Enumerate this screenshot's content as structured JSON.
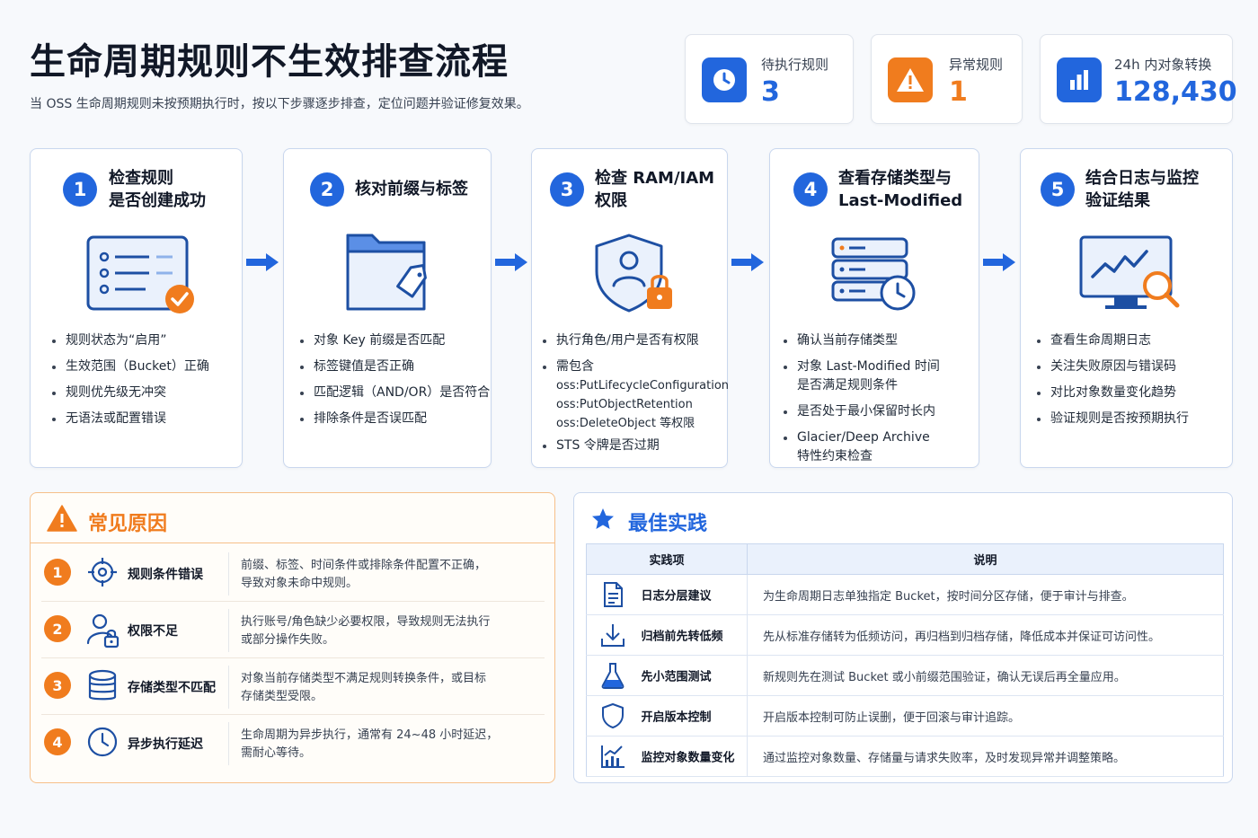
{
  "header": {
    "title": "生命周期规则不生效排查流程",
    "subtitle": "当 OSS 生命周期规则未按预期执行时，按以下步骤逐步排查，定位问题并验证修复效果。"
  },
  "stats": [
    {
      "label": "待执行规则",
      "value": "3",
      "color": "#2266dd",
      "icon": "clock-icon"
    },
    {
      "label": "异常规则",
      "value": "1",
      "color": "#f07c1e",
      "icon": "warning-icon"
    },
    {
      "label": "24h 内对象转换",
      "value": "128,430",
      "color": "#2266dd",
      "icon": "bar-chart-icon"
    }
  ],
  "steps": [
    {
      "num": "1",
      "title_l1": "检查规则",
      "title_l2": "是否创建成功",
      "items": [
        "规则状态为“启用”",
        "生效范围（Bucket）正确",
        "规则优先级无冲突",
        "无语法或配置错误"
      ]
    },
    {
      "num": "2",
      "title_l1": "核对前缀与标签",
      "title_l2": "",
      "items": [
        "对象 Key 前缀是否匹配",
        "标签键值是否正确",
        "匹配逻辑（AND/OR）是否符合",
        "排除条件是否误匹配"
      ]
    },
    {
      "num": "3",
      "title_l1": "检查 RAM/IAM",
      "title_l2": "权限",
      "items": [
        "执行角色/用户是否有权限",
        "需包含",
        "oss:PutLifecycleConfiguration",
        "oss:PutObjectRetention",
        "oss:DeleteObject 等权限",
        "STS 令牌是否过期"
      ]
    },
    {
      "num": "4",
      "title_l1": "查看存储类型与",
      "title_l2": "Last-Modified",
      "items": [
        "确认当前存储类型",
        "对象 Last-Modified 时间",
        "是否满足规则条件",
        "是否处于最小保留时长内",
        "Glacier/Deep Archive",
        "特性约束检查"
      ]
    },
    {
      "num": "5",
      "title_l1": "结合日志与监控",
      "title_l2": "验证结果",
      "items": [
        "查看生命周期日志",
        "关注失败原因与错误码",
        "对比对象数量变化趋势",
        "验证规则是否按预期执行"
      ]
    }
  ],
  "causes": {
    "title": "常见原因",
    "items": [
      {
        "num": "1",
        "name": "规则条件错误",
        "icon": "target-icon",
        "desc_l1": "前缀、标签、时间条件或排除条件配置不正确，",
        "desc_l2": "导致对象未命中规则。"
      },
      {
        "num": "2",
        "name": "权限不足",
        "icon": "user-lock-icon",
        "desc_l1": "执行账号/角色缺少必要权限，导致规则无法执行",
        "desc_l2": "或部分操作失败。"
      },
      {
        "num": "3",
        "name": "存储类型不匹配",
        "icon": "database-icon",
        "desc_l1": "对象当前存储类型不满足规则转换条件，或目标",
        "desc_l2": "存储类型受限。"
      },
      {
        "num": "4",
        "name": "异步执行延迟",
        "icon": "clock-outline-icon",
        "desc_l1": "生命周期为异步执行，通常有 24~48 小时延迟，",
        "desc_l2": "需耐心等待。"
      }
    ]
  },
  "best": {
    "title": "最佳实践",
    "col1": "实践项",
    "col2": "说明",
    "rows": [
      {
        "name": "日志分层建议",
        "icon": "document-icon",
        "desc": "为生命周期日志单独指定 Bucket，按时间分区存储，便于审计与排查。"
      },
      {
        "name": "归档前先转低频",
        "icon": "download-icon",
        "desc": "先从标准存储转为低频访问，再归档到归档存储，降低成本并保证可访问性。"
      },
      {
        "name": "先小范围测试",
        "icon": "flask-icon",
        "desc": "新规则先在测试 Bucket 或小前缀范围验证，确认无误后再全量应用。"
      },
      {
        "name": "开启版本控制",
        "icon": "shield-icon",
        "desc": "开启版本控制可防止误删，便于回滚与审计追踪。"
      },
      {
        "name": "监控对象数量变化",
        "icon": "trend-chart-icon",
        "desc": "通过监控对象数量、存储量与请求失败率，及时发现异常并调整策略。"
      }
    ]
  }
}
